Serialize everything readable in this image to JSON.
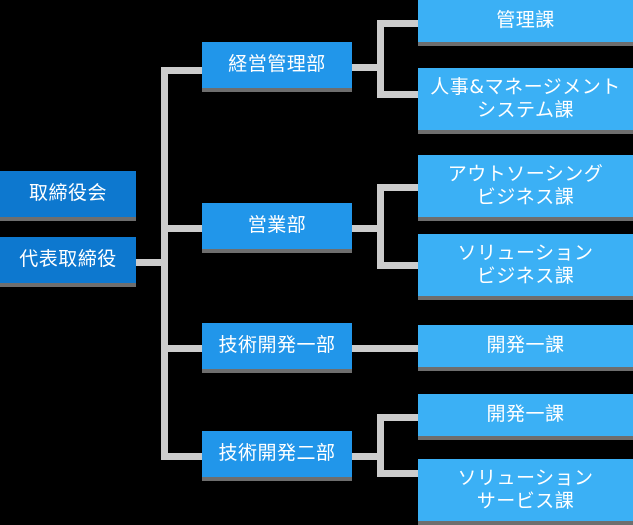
{
  "chart": {
    "type": "organization-chart",
    "title": "",
    "background_color": "#000000",
    "line_color": "#cccccc",
    "shadow_color": "#6e6e6e",
    "levels": [
      {
        "name": "executive",
        "color": "#0d78cf"
      },
      {
        "name": "division",
        "color": "#2196ea"
      },
      {
        "name": "section",
        "color": "#3bb0f5"
      }
    ],
    "nodes": {
      "board": {
        "label": "取締役会",
        "level": 1
      },
      "ceo": {
        "label": "代表取締役",
        "level": 1
      },
      "mgmt_div": {
        "label": "経営管理部",
        "level": 2
      },
      "sales_div": {
        "label": "営業部",
        "level": 2
      },
      "tech_dev_1": {
        "label": "技術開発一部",
        "level": 2
      },
      "tech_dev_2": {
        "label": "技術開発二部",
        "level": 2
      },
      "admin_sec": {
        "label": "管理課",
        "level": 3
      },
      "hr_sys_sec": {
        "label": "人事&マネージメント\nシステム課",
        "level": 3
      },
      "outsourcing_sec": {
        "label": "アウトソーシング\nビジネス課",
        "level": 3
      },
      "solution_biz_sec": {
        "label": "ソリューション\nビジネス課",
        "level": 3
      },
      "dev_sec_1": {
        "label": "開発一課",
        "level": 3
      },
      "dev_sec_2": {
        "label": "開発一課",
        "level": 3
      },
      "solution_svc_sec": {
        "label": "ソリューション\nサービス課",
        "level": 3
      }
    },
    "edges": [
      {
        "from": "ceo",
        "to": "mgmt_div"
      },
      {
        "from": "ceo",
        "to": "sales_div"
      },
      {
        "from": "ceo",
        "to": "tech_dev_1"
      },
      {
        "from": "ceo",
        "to": "tech_dev_2"
      },
      {
        "from": "mgmt_div",
        "to": "admin_sec"
      },
      {
        "from": "mgmt_div",
        "to": "hr_sys_sec"
      },
      {
        "from": "sales_div",
        "to": "outsourcing_sec"
      },
      {
        "from": "sales_div",
        "to": "solution_biz_sec"
      },
      {
        "from": "tech_dev_1",
        "to": "dev_sec_1"
      },
      {
        "from": "tech_dev_2",
        "to": "dev_sec_2"
      },
      {
        "from": "tech_dev_2",
        "to": "solution_svc_sec"
      }
    ]
  }
}
